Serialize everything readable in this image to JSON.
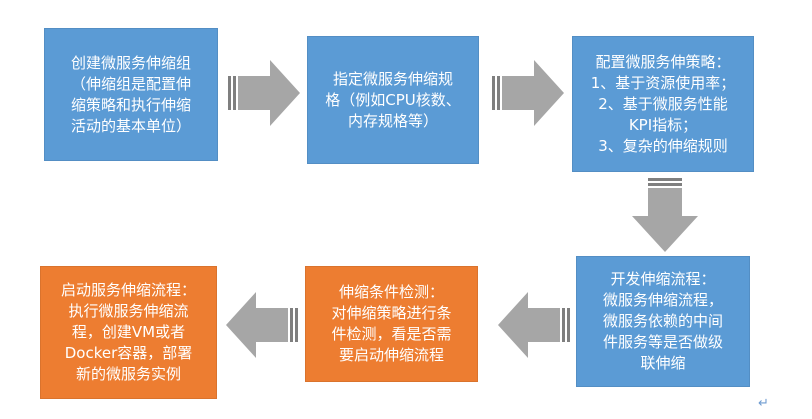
{
  "steps": [
    {
      "id": "step1",
      "text": "创建微服务伸缩组\n（伸缩组是配置伸\n缩策略和执行伸缩\n活动的基本单位）"
    },
    {
      "id": "step2",
      "text": "指定微服务伸缩规\n格（例如CPU核数、\n内存规格等）"
    },
    {
      "id": "step3",
      "text": "配置微服务伸策略：\n1、基于资源使用率；\n2、基于微服务性能\nKPI指标；\n3、复杂的伸缩规则"
    },
    {
      "id": "step4",
      "text": "开发伸缩流程：\n微服务伸缩流程，\n微服务依赖的中间\n件服务等是否做级\n联伸缩"
    },
    {
      "id": "step5",
      "text": "伸缩条件检测：\n对伸缩策略进行条\n件检测，看是否需\n要启动伸缩流程"
    },
    {
      "id": "step6",
      "text": "启动服务伸缩流程：\n执行微服务伸缩流\n程，创建VM或者\nDocker容器，部署\n新的微服务实例"
    }
  ],
  "colors": {
    "blue_box": "#5b9bd5",
    "orange_box": "#ed7d31",
    "arrow_fill": "#a6a6a6",
    "arrow_stripe": "#7f7f7f"
  },
  "icons": {
    "return_mark": "↵"
  }
}
